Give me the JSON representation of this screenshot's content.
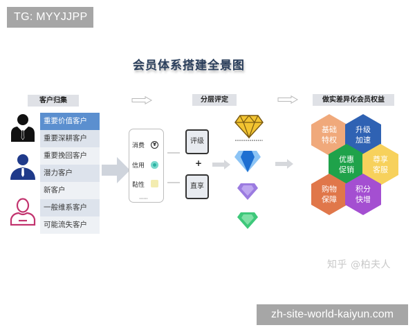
{
  "overlay": {
    "top_left_badge": "TG: MYYJJPP",
    "bottom_right_badge": "zh-site-world-kaiyun.com",
    "attribution": "知乎 @柏夫人"
  },
  "diagram": {
    "title": "会员体系搭建全景图",
    "sections": {
      "customer_collection": {
        "label": "客户归集",
        "items": [
          {
            "label": "重要价值客户",
            "highlighted": true
          },
          {
            "label": "重要深耕客户",
            "highlighted": false
          },
          {
            "label": "重要挽回客户",
            "highlighted": false
          },
          {
            "label": "潜力客户",
            "highlighted": false
          },
          {
            "label": "新客户",
            "highlighted": false
          },
          {
            "label": "一般维系客户",
            "highlighted": false
          },
          {
            "label": "可能流失客户",
            "highlighted": false
          }
        ],
        "person_icons": [
          {
            "name": "person-suit-icon",
            "color": "#111111"
          },
          {
            "name": "person-tie-icon",
            "color": "#1f3a8a"
          },
          {
            "name": "person-outline-icon",
            "color": "#c2336e"
          }
        ]
      },
      "metrics_card": {
        "rows": [
          {
            "label": "消费",
            "icon": "yuan-coin-icon",
            "color": "#222222"
          },
          {
            "label": "信用",
            "icon": "credit-badge-icon",
            "color": "#2bb3a3"
          },
          {
            "label": "黏性",
            "icon": "sticky-note-icon",
            "color": "#f3ecb0"
          }
        ],
        "ellipsis": "······"
      },
      "tier_rating": {
        "label": "分层评定",
        "boxes": [
          "评级",
          "直享"
        ],
        "plus": "+",
        "tiers": [
          {
            "name": "gold-diamond-icon",
            "color": "#f2c431"
          },
          {
            "name": "blue-diamond-icon",
            "color": "#3b8de0"
          },
          {
            "name": "purple-diamond-icon",
            "color": "#9b7be0"
          },
          {
            "name": "green-diamond-icon",
            "color": "#3ec87a"
          }
        ]
      },
      "benefits": {
        "label": "做实差异化会员权益",
        "hexagons": [
          {
            "text": "基础\n特权",
            "color": "#f0a97b"
          },
          {
            "text": "升级\n加速",
            "color": "#2f62b3"
          },
          {
            "text": "优惠\n促销",
            "color": "#1fa24a"
          },
          {
            "text": "尊享\n客服",
            "color": "#f7d15c"
          },
          {
            "text": "购物\n保障",
            "color": "#e0774a"
          },
          {
            "text": "积分\n快增",
            "color": "#a44fd1"
          }
        ]
      }
    }
  }
}
